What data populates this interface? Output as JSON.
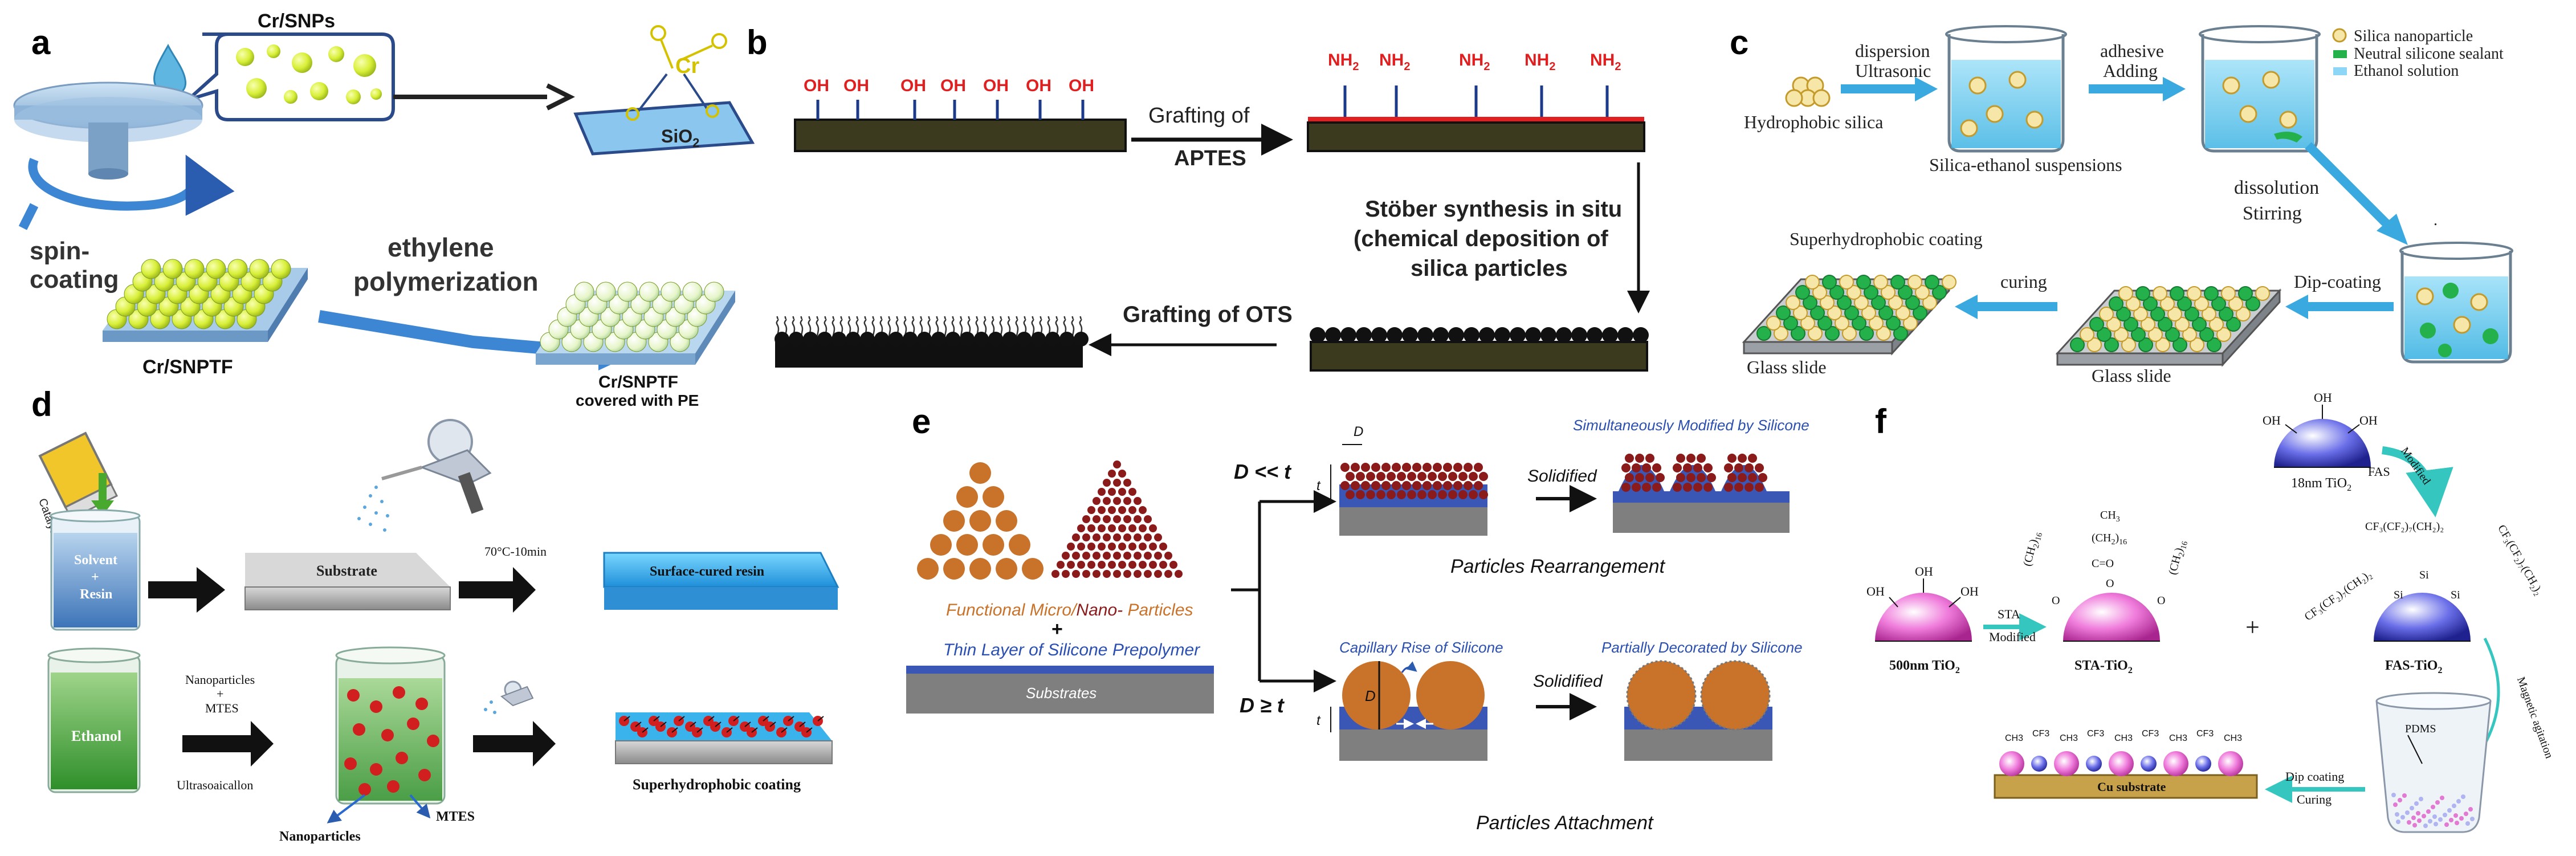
{
  "panels": {
    "a": {
      "letter": "a",
      "cr_snps": "Cr/SNPs",
      "cr_label": "Cr",
      "sio2_label": "SiO",
      "sio2_sub": "2",
      "spin_1": "spin-",
      "spin_2": "coating",
      "ethylene": "ethylene",
      "polymerization": "polymerization",
      "cr_snptf": "Cr/SNPTF",
      "cr_snptf_pe_1": "Cr/SNPTF",
      "cr_snptf_pe_2": "covered with PE"
    },
    "b": {
      "letter": "b",
      "oh": "OH",
      "nh2_main": "NH",
      "nh2_sub": "2",
      "grafting_of": "Grafting of",
      "aptes": "APTES",
      "stober_1": "Stöber synthesis in situ",
      "stober_2": "(chemical deposition of",
      "stober_3": "silica particles",
      "grafting_ots": "Grafting of OTS"
    },
    "c": {
      "letter": "c",
      "hydrophobic_silica": "Hydrophobic silica",
      "dispersion": "dispersion",
      "ultrasonic": "Ultrasonic",
      "silica_ethanol": "Silica-ethanol suspensions",
      "adhesive": "adhesive",
      "adding": "Adding",
      "legend_silica": "Silica nanoparticle",
      "legend_sealant": "Neutral silicone sealant",
      "legend_ethanol": "Ethanol solution",
      "dissolution": "dissolution",
      "stirring": "Stirring",
      "superhydrophobic_coating": "Superhydrophobic coating",
      "curing": "curing",
      "dip_coating": "Dip-coating",
      "glass_slide": "Glass slide",
      "dot": "."
    },
    "d": {
      "letter": "d",
      "catalyst": "Catalyst",
      "solvent": "Solvent",
      "plus": "+",
      "resin": "Resin",
      "substrate": "Substrate",
      "temp": "70°C-10min",
      "surface_cured": "Surface-cured resin",
      "ethanol": "Ethanol",
      "nanoparticles_top": "Nanoparticles",
      "mtes_top": "MTES",
      "ultrasonication": "Ultrasoaicallon",
      "nanoparticles_bottom": "Nanoparticles",
      "mtes_arrow": "MTES",
      "superhydrophobic": "Superhydrophobic coating"
    },
    "e": {
      "letter": "e",
      "functional_a": "Functional Micro/",
      "functional_b": "Nano-",
      "functional_c": " Particles",
      "plus": "+",
      "thin_layer": "Thin Layer of Silicone Prepolymer",
      "substrates": "Substrates",
      "d_lt_t": "D << t",
      "d_ge_t": "D ≥ t",
      "sym_d": "D",
      "sym_t": "t",
      "simultaneously": "Simultaneously Modified by Silicone",
      "solidified": "Solidified",
      "particles_rearrangement": "Particles Rearrangement",
      "capillary": "Capillary Rise of Silicone",
      "partially": "Partially Decorated by Silicone",
      "particles_attachment": "Particles Attachment"
    },
    "f": {
      "letter": "f",
      "oh": "OH",
      "tio2_18": "18nm TiO",
      "modified": "Modified",
      "fas": "FAS",
      "tio2_500": "500nm TiO",
      "sub2": "2",
      "sta": "STA",
      "sta_modified": "Modified",
      "sta_tio2": "STA-TiO",
      "fas_tio2": "FAS-TiO",
      "plus": "+",
      "pdms": "PDMS",
      "magnetic": "Magnetic agitation",
      "dip_coating": "Dip coating",
      "curing": "Curing",
      "cu_substrate": "Cu substrate",
      "ch3": "CH",
      "ch2_16": "(CH",
      "ch2_16_b": ")",
      "sub16": "16",
      "sub3": "3",
      "c_eq_o": "C=O",
      "o": "O",
      "si": "Si",
      "cf3": "CF",
      "cf3_chain": "CF₃(CF₂)₇(CH₂)₂",
      "cf3_chain_l": "CF₃(CF₂)₇(CH₂)₂",
      "cf3_chain_r": "CF₃(CF₂)₇(CH₂)₂"
    }
  }
}
